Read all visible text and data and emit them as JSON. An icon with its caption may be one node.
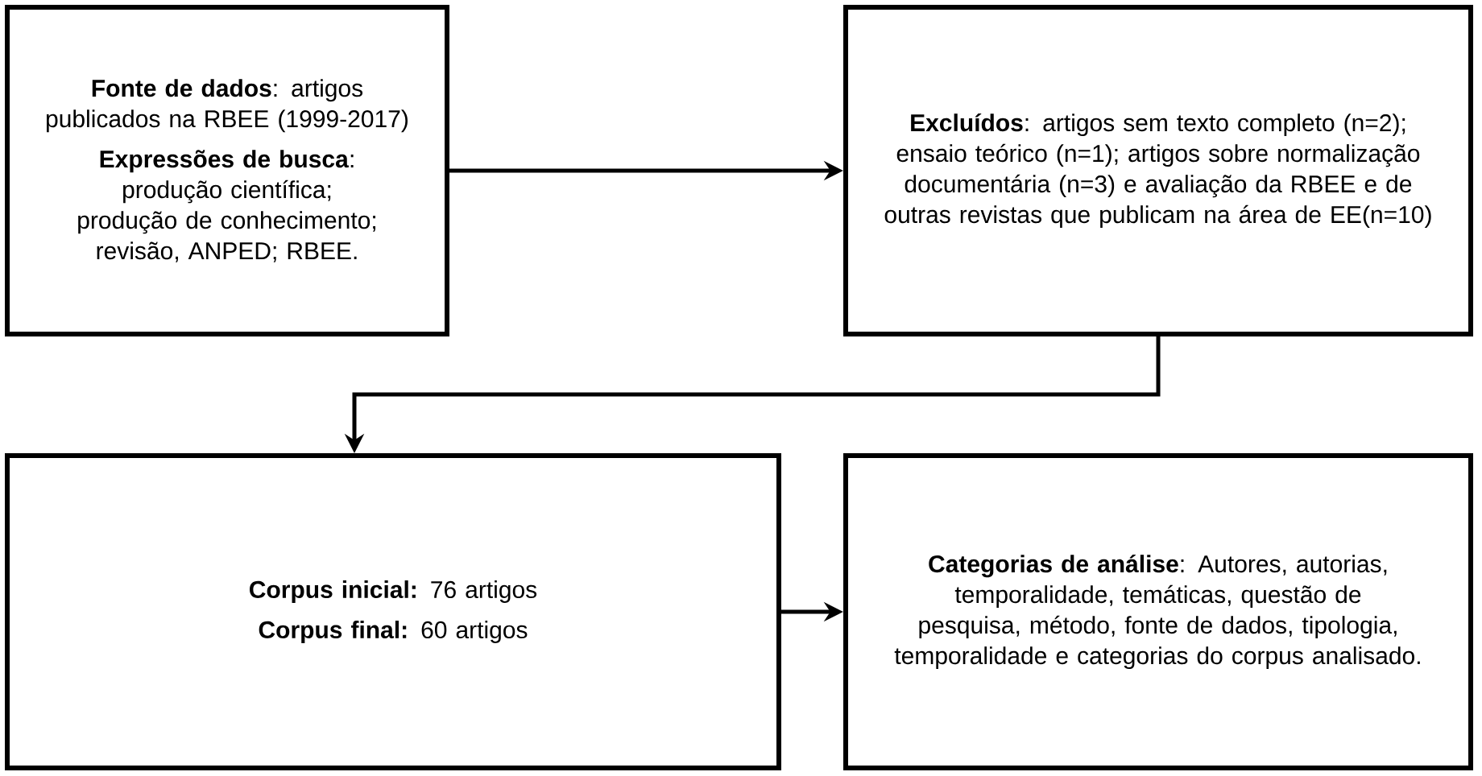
{
  "diagram": {
    "nodes": [
      {
        "text": [
          "**Fonte de dados**: artigos publicados na RBEE (1999-2017)",
          "**Expressões de busca**: produção científica; produção de conhecimento; revisão, ANPED; RBEE."
        ]
      },
      {
        "text": [
          "**Excluídos**: artigos sem texto completo (n=2); ensaio teórico (n=1); artigos sobre normalização documentária  (n=3) e avaliação da RBEE e de outras revistas que publicam na área de EE(n=10)"
        ]
      },
      {
        "text": [
          "**Corpus inicial:** 76 artigos",
          "**Corpus final:** 60 artigos"
        ]
      },
      {
        "text": [
          "**Categorias de análise**: Autores, autorias, temporalidade, temáticas, questão de pesquisa, método, fonte de dados, tipologia, temporalidade  e categorias do corpus analisado."
        ]
      }
    ],
    "edges": [
      {
        "from": 0,
        "to": 1,
        "arrow": "to"
      },
      {
        "from": 1,
        "to": 2,
        "arrow": "to"
      },
      {
        "from": 2,
        "to": 3,
        "arrow": "to"
      }
    ]
  }
}
